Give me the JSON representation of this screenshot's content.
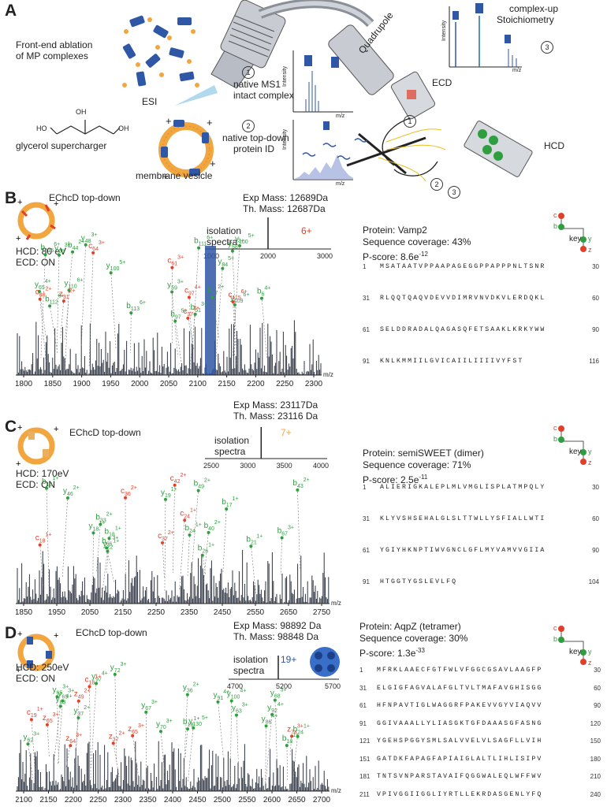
{
  "panelA": {
    "label": "A",
    "ablation_text": [
      "Front-end ablation",
      "of MP complexes"
    ],
    "esi": "ESI",
    "glycerol": "glycerol supercharger",
    "oh": "OH",
    "ho": "HO",
    "membrane": "membrane vesicle",
    "ms1_num": "1",
    "ms1_text": [
      "native MS1",
      "intact complex"
    ],
    "topdown_num": "2",
    "topdown_text": [
      "native top-down",
      "protein ID"
    ],
    "quadrupole": "Quadrupole",
    "ecd": "ECD",
    "hcd": "HCD",
    "stoich_text": [
      "complex-up",
      "Stoichiometry"
    ],
    "stoich_num": "3",
    "intensity": "Intensity",
    "mz": "m/z",
    "path_nums": [
      "1",
      "2",
      "3"
    ]
  },
  "panelB": {
    "label": "B",
    "method": "EChcD top-down",
    "hcd": "HCD: 80 eV",
    "ecd": "ECD: ON",
    "exp_mass": "Exp Mass: 12689Da",
    "th_mass": "Th. Mass: 12687Da",
    "isolation": [
      "isolation",
      "spectra"
    ],
    "charge": "6+",
    "iso_ticks": [
      "1000",
      "2000",
      "3000"
    ],
    "x_ticks": [
      "1800",
      "1850",
      "1900",
      "1950",
      "2000",
      "2050",
      "2100",
      "2150",
      "2200",
      "2250",
      "2300"
    ],
    "mz": "m/z",
    "protein": "Protein: Vamp2",
    "coverage": "Sequence coverage: 43%",
    "pscore_base": "P-score: 8.6e",
    "pscore_exp": "-12",
    "key": "key",
    "key_labels": [
      "c",
      "b",
      "y",
      "z"
    ],
    "seq_rows": [
      {
        "start": "1",
        "seq": "MSATAATVPPAAPAGEGGPPAPPPNLTSNR",
        "end": "30"
      },
      {
        "start": "31",
        "seq": "RLQQTQAQVDEVVDIMRVNVDKVLERDQKL",
        "end": "60"
      },
      {
        "start": "61",
        "seq": "SELDDRADALQAGASQFETSAAKLKRKYWW",
        "end": "90"
      },
      {
        "start": "91",
        "seq": "KNLKMMIILGVICAIILIIIIVYFST",
        "end": "116"
      }
    ],
    "green_labels": [
      {
        "t": "b",
        "s": "6",
        "c": "4+"
      },
      {
        "t": "b",
        "s": "37",
        "c": "2+"
      },
      {
        "t": "y",
        "s": "65",
        "c": "4+"
      },
      {
        "t": "y",
        "s": "48",
        "c": "3+"
      },
      {
        "t": "b",
        "s": "51",
        "c": "3+"
      },
      {
        "t": "y",
        "s": "58",
        "c": "3+"
      },
      {
        "t": "y",
        "s": "109",
        "c": "6+"
      },
      {
        "t": "b",
        "s": "111",
        "c": "6+"
      },
      {
        "t": "b",
        "s": "112",
        "c": "6+"
      },
      {
        "t": "y",
        "s": "110",
        "c": "6+"
      },
      {
        "t": "b",
        "s": "113",
        "c": "6+"
      },
      {
        "t": "y",
        "s": "84",
        "c": "5+"
      },
      {
        "t": "b",
        "s": "115",
        "c": "6+"
      },
      {
        "t": "b",
        "s": "97",
        "c": "5+"
      },
      {
        "t": "y",
        "s": "100",
        "c": "5+"
      },
      {
        "t": "b",
        "s": "44",
        "c": "2+"
      },
      {
        "t": "y",
        "s": "100",
        "c": "5+"
      },
      {
        "t": "y",
        "s": "59",
        "c": "3+"
      },
      {
        "t": "y",
        "s": "65",
        "c": "3+"
      }
    ],
    "red_labels": [
      {
        "t": "c",
        "s": "115",
        "c": "6+"
      },
      {
        "t": "c",
        "s": "40",
        "c": "2+"
      },
      {
        "t": "c",
        "s": "37",
        "c": "2+"
      },
      {
        "t": "z",
        "s": "31",
        "c": "2+"
      },
      {
        "t": "c",
        "s": "61",
        "c": "3+"
      },
      {
        "t": "c",
        "s": "64",
        "c": "3+"
      },
      {
        "t": "c",
        "s": "97",
        "c": "4+"
      }
    ]
  },
  "panelC": {
    "label": "C",
    "method": "EChcD top-down",
    "hcd": "HCD: 170eV",
    "ecd": "ECD: ON",
    "exp_mass": "Exp Mass: 23117Da",
    "th_mass": "Th. Mass: 23116 Da",
    "isolation": [
      "isolation",
      "spectra"
    ],
    "charge": "7+",
    "iso_ticks": [
      "2500",
      "3000",
      "3500",
      "4000"
    ],
    "x_ticks": [
      "1850",
      "1950",
      "2050",
      "2150",
      "2250",
      "2350",
      "2450",
      "2550",
      "2650",
      "2750"
    ],
    "mz": "m/z",
    "protein": "Protein: semiSWEET (dimer)",
    "coverage": "Sequence coverage: 71%",
    "pscore_base": "P-score: 2.5e",
    "pscore_exp": "-11",
    "key": "key",
    "key_labels": [
      "c",
      "b",
      "y",
      "z"
    ],
    "seq_rows": [
      {
        "start": "1",
        "seq": "ALIERIGKALEPLMLVMGLISPLATMPQLY",
        "end": "30"
      },
      {
        "start": "31",
        "seq": "KLYVSHSEHALGLSLTTWLLYSFIALLWTI",
        "end": "60"
      },
      {
        "start": "61",
        "seq": "YGIYHKNPTIWVGNCLGFLMYVAMVVGIIA",
        "end": "90"
      },
      {
        "start": "91",
        "seq": "HTGGTYGSLEVLFQ",
        "end": "104"
      }
    ],
    "green_labels": [
      {
        "t": "y",
        "s": "18",
        "c": "1+"
      },
      {
        "t": "b",
        "s": "17",
        "c": "1+"
      },
      {
        "t": "b",
        "s": "33",
        "c": "2+"
      },
      {
        "t": "b",
        "s": "18",
        "c": "1+"
      },
      {
        "t": "y",
        "s": "19",
        "c": "1+"
      },
      {
        "t": "b",
        "s": "19",
        "c": "1+"
      },
      {
        "t": "b",
        "s": "40",
        "c": "2+"
      },
      {
        "t": "b",
        "s": "21",
        "c": "1+"
      },
      {
        "t": "y",
        "s": "22",
        "c": "1+"
      },
      {
        "t": "b",
        "s": "43",
        "c": "2+"
      },
      {
        "t": "b",
        "s": "66",
        "c": "3+"
      },
      {
        "t": "b",
        "s": "24",
        "c": "1+"
      },
      {
        "t": "b",
        "s": "67",
        "c": "3+"
      },
      {
        "t": "b",
        "s": "26",
        "c": "1+"
      },
      {
        "t": "b",
        "s": "49",
        "c": "2+"
      },
      {
        "t": "y",
        "s": "46",
        "c": "2+"
      }
    ],
    "red_labels": [
      {
        "t": "c",
        "s": "37",
        "c": "2+"
      },
      {
        "t": "c",
        "s": "18",
        "c": "1+"
      },
      {
        "t": "c",
        "s": "36",
        "c": "2+"
      },
      {
        "t": "c",
        "s": "42",
        "c": "2+"
      },
      {
        "t": "c",
        "s": "24",
        "c": "1+"
      }
    ]
  },
  "panelD": {
    "label": "D",
    "method": "EChcD top-down",
    "hcd": "HCD: 250eV",
    "ecd": "ECD: ON",
    "exp_mass": "Exp Mass: 98892 Da",
    "th_mass": "Th. Mass: 98848 Da",
    "isolation": [
      "isolation",
      "spectra"
    ],
    "charge": "19+",
    "iso_ticks": [
      "4700",
      "5200",
      "5700"
    ],
    "x_ticks": [
      "2100",
      "2150",
      "2200",
      "2250",
      "2300",
      "2350",
      "2400",
      "2450",
      "2500",
      "2550",
      "2600",
      "2650",
      "2700"
    ],
    "mz": "m/z",
    "protein": "Protein: AqpZ (tetramer)",
    "coverage": "Sequence coverage: 30%",
    "pscore_base": "P-score: 1.3e",
    "pscore_exp": "-33",
    "key": "key",
    "key_labels": [
      "c",
      "b",
      "y",
      "z"
    ],
    "seq_rows": [
      {
        "start": "1",
        "seq": "MFRKLAAECFGTFWLVFGGCGSAVLAAGFP",
        "end": "30"
      },
      {
        "start": "31",
        "seq": "ELGIGFAGVALAFGLTVLTMAFAVGHISGG",
        "end": "60"
      },
      {
        "start": "61",
        "seq": "HFNPAVTIGLWAGGRFPAKEVVGYVIAQVV",
        "end": "90"
      },
      {
        "start": "91",
        "seq": "GGIVAAALLYLIASGKTGFDAAASGFASNG",
        "end": "120"
      },
      {
        "start": "121",
        "seq": "YGEHSPGGYSMLSALVVELVLSAGFLLVIH",
        "end": "150"
      },
      {
        "start": "151",
        "seq": "GATDKFAPAGFAPIAIGLALTLIHLISIPV",
        "end": "180"
      },
      {
        "start": "181",
        "seq": "TNTSVNPARSTAVAIFQGGWALEQLWFFWV",
        "end": "210"
      },
      {
        "start": "211",
        "seq": "VPIVGGIIGGLIYRTLLEKRDASGENLYFQ",
        "end": "240"
      }
    ],
    "green_labels": [
      {
        "t": "y",
        "s": "36",
        "c": "2+"
      },
      {
        "t": "b",
        "s": "18",
        "c": "1+"
      },
      {
        "t": "y",
        "s": "37",
        "c": "2+"
      },
      {
        "t": "y",
        "s": "83",
        "c": "4+"
      },
      {
        "t": "b",
        "s": "18",
        "c": "1+"
      },
      {
        "t": "y",
        "s": "62",
        "c": "3+"
      },
      {
        "t": "y",
        "s": "63",
        "c": "3+"
      },
      {
        "t": "y",
        "s": "86",
        "c": "4+"
      },
      {
        "t": "y",
        "s": "91",
        "c": "4+"
      },
      {
        "t": "y",
        "s": "65",
        "c": "3+"
      },
      {
        "t": "y",
        "s": "67",
        "c": "3+"
      },
      {
        "t": "y",
        "s": "92",
        "c": "4+"
      },
      {
        "t": "y",
        "s": "68",
        "c": "3+"
      },
      {
        "t": "b",
        "s": "24",
        "c": "1+"
      },
      {
        "t": "y",
        "s": "97",
        "c": "4+"
      },
      {
        "t": "y",
        "s": "100",
        "c": "4+"
      },
      {
        "t": "y",
        "s": "69",
        "c": "3+"
      },
      {
        "t": "y",
        "s": "70",
        "c": "3+"
      },
      {
        "t": "y",
        "s": "72",
        "c": "3+"
      },
      {
        "t": "y",
        "s": "130",
        "c": "5+"
      }
    ],
    "red_labels": [
      {
        "t": "c",
        "s": "18",
        "c": "1+"
      },
      {
        "t": "z",
        "s": "37",
        "c": "2+"
      },
      {
        "t": "c",
        "s": "19",
        "c": "1+"
      },
      {
        "t": "z",
        "s": "64",
        "c": "3+"
      },
      {
        "t": "z",
        "s": "65",
        "c": "3+"
      },
      {
        "t": "z",
        "s": "65",
        "c": "3+"
      },
      {
        "t": "z",
        "s": "74",
        "c": "3+"
      },
      {
        "t": "z",
        "s": "49",
        "c": "2+"
      }
    ]
  },
  "colors": {
    "green": "#2e9e3e",
    "red": "#e0402a",
    "blue": "#2f57a6",
    "peak": "#2d3340",
    "orange": "#f2a640"
  }
}
